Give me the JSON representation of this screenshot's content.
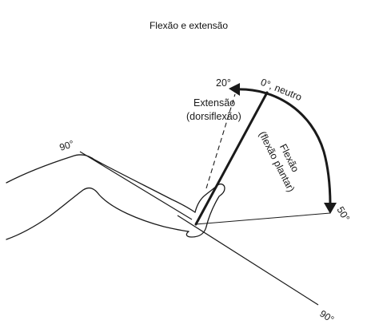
{
  "title": "Flexão e extensão",
  "labels": {
    "neutral_angle": "0°, neutro",
    "extension_angle": "20°",
    "extension_line1": "Extensão",
    "extension_line2": "(dorsiflexão)",
    "flexion_line1": "Flexão",
    "flexion_line2": "(flexão plantar)",
    "flexion_angle": "50°",
    "thigh_angle": "90°",
    "leg_angle": "90°"
  },
  "colors": {
    "ink": "#1a1a1a",
    "background": "#ffffff"
  }
}
